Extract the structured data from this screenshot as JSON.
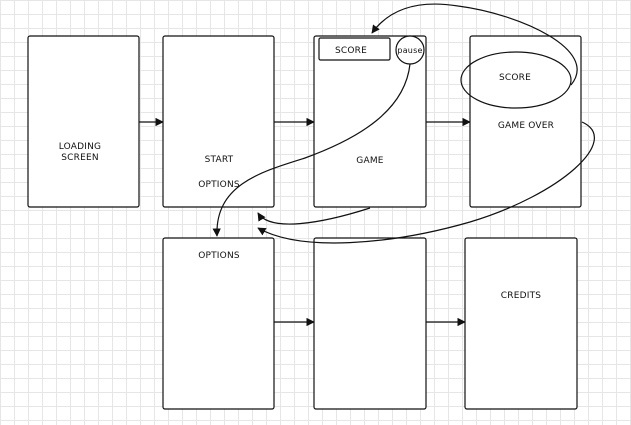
{
  "screens": {
    "loading_line1": "LOADING",
    "loading_line2": "SCREEN",
    "start": "START",
    "start_options": "OPTIONS",
    "game": "GAME",
    "game_score": "SCORE",
    "game_pause": "pause",
    "gameover": "GAME OVER",
    "gameover_score": "SCORE",
    "options": "OPTIONS",
    "credits": "CREDITS"
  },
  "colors": {
    "stroke": "#111111",
    "grid": "#e6e6e6",
    "background": "#ffffff"
  }
}
